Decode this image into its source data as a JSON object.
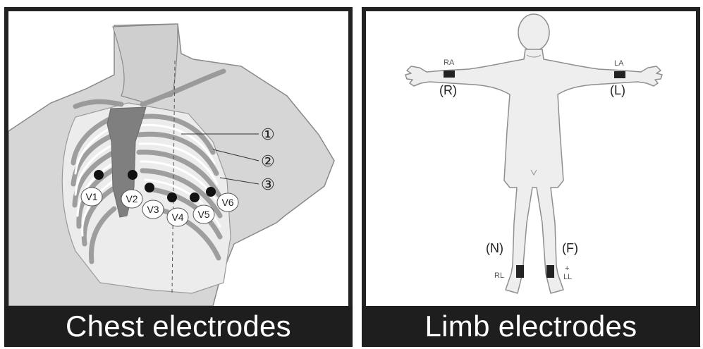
{
  "chest": {
    "caption": "Chest electrodes",
    "electrodes": [
      "V1",
      "V2",
      "V3",
      "V4",
      "V5",
      "V6"
    ],
    "markers": [
      "①",
      "②",
      "③"
    ]
  },
  "limb": {
    "caption": "Limb electrodes",
    "ra": "RA",
    "r": "(R)",
    "la": "LA",
    "l": "(L)",
    "n": "(N)",
    "rl": "RL",
    "f": "(F)",
    "ll_plus": "+",
    "ll": "LL"
  }
}
